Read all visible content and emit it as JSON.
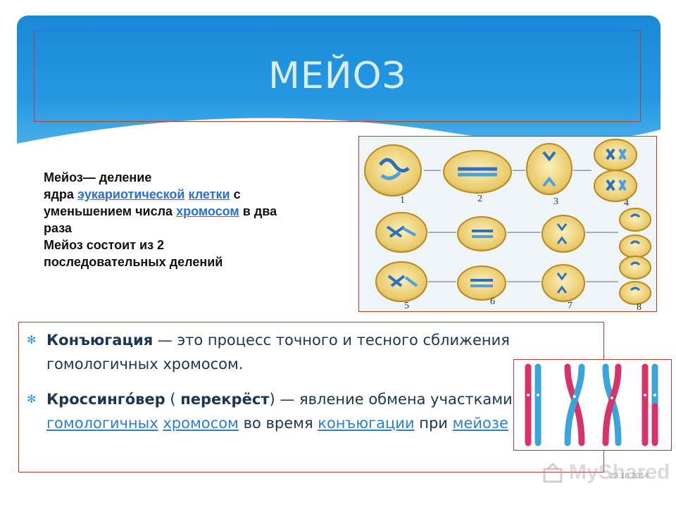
{
  "slide": {
    "title": "МЕЙОЗ",
    "definition": {
      "line1": "Мейоз— деление",
      "line2_prefix": "ядра ",
      "link1": "эукариотической",
      "space": " ",
      "link2": "клетки",
      "line2_suffix": " с",
      "line3_prefix": "уменьшением числа ",
      "link3": "хромосом",
      "line3_suffix": " в два",
      "line4": "раза",
      "line5": "Мейоз состоит из 2",
      "line6": "последовательных делений"
    },
    "bullets": [
      {
        "term": "Конъюгация",
        "text": " — это процесс точного и тесного сближения гомологичных хромосом."
      },
      {
        "term": "Кроссинго́вер",
        "paren_open": " ( ",
        "term2": "перекрёст",
        "paren_close": ")",
        "text1": " — явление обмена участками ",
        "link1": "гомологичных",
        "link2": "хромосом",
        "text2": " во время ",
        "link3": "конъюгации",
        "text3": " при ",
        "link4": "мейозе"
      }
    ],
    "figure_labels": [
      "1",
      "2",
      "3",
      "4",
      "5",
      "6",
      "7",
      "8"
    ],
    "date": "23.10.2014",
    "watermark": "MyShared",
    "colors": {
      "band": "#2499e2",
      "title": "#d8ecfb",
      "link": "#2a6fd6",
      "border": "#c0392b",
      "chromosome_blue": "#3aa4dc",
      "chromosome_pink": "#d8326b"
    }
  }
}
